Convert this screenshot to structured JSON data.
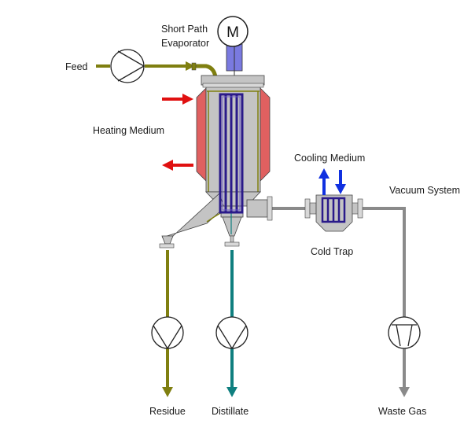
{
  "labels": {
    "evaporator_line1": "Short Path",
    "evaporator_line2": "Evaporator",
    "feed": "Feed",
    "heating_medium": "Heating Medium",
    "cooling_medium": "Cooling Medium",
    "vacuum_system": "Vacuum System",
    "cold_trap": "Cold Trap",
    "residue": "Residue",
    "distillate": "Distillate",
    "waste_gas": "Waste Gas",
    "motor": "M"
  },
  "colors": {
    "feed_residue_line": "#7f7f10",
    "distillate_line": "#0f7f7f",
    "vacuum_line": "#8a8a8a",
    "heating_arrow": "#e01010",
    "cooling_arrow": "#1030e0",
    "heating_jacket": "#e06060",
    "vessel_body": "#c4c4c4",
    "condenser_coil": "#2a1a8a",
    "motor_shaft": "#7a7ae0"
  },
  "icons": {
    "feed_pump": "pump-icon",
    "residue_pump": "pump-icon",
    "distillate_pump": "pump-icon",
    "vacuum_pump": "vacuum-pump-icon",
    "motor": "motor-icon"
  }
}
